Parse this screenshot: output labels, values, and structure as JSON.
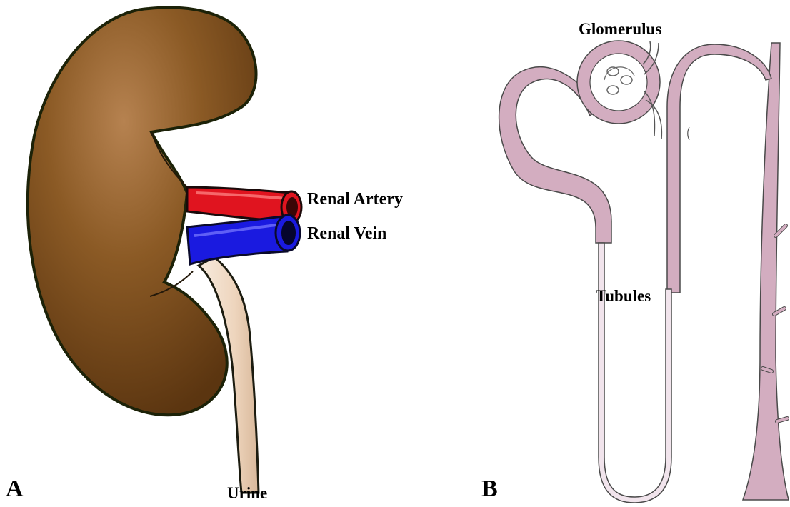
{
  "panels": {
    "left": {
      "panel_letter": "A",
      "labels": {
        "renal_artery": "Renal Artery",
        "renal_vein": "Renal Vein",
        "urine": "Urine"
      }
    },
    "right": {
      "panel_letter": "B",
      "labels": {
        "glomerulus": "Glomerulus",
        "tubules": "Tubules"
      }
    }
  },
  "colors": {
    "kidney": "#7a4a17",
    "kidney_highlight": "#b07a45",
    "kidney_outline": "#1c2208",
    "artery": "#e0141f",
    "vein": "#1a1ae0",
    "ureter": "#f3e0cc",
    "nephron": "#d3adc0",
    "nephron_light": "#f1e4ec",
    "nephron_outline": "#4a4a4a"
  }
}
